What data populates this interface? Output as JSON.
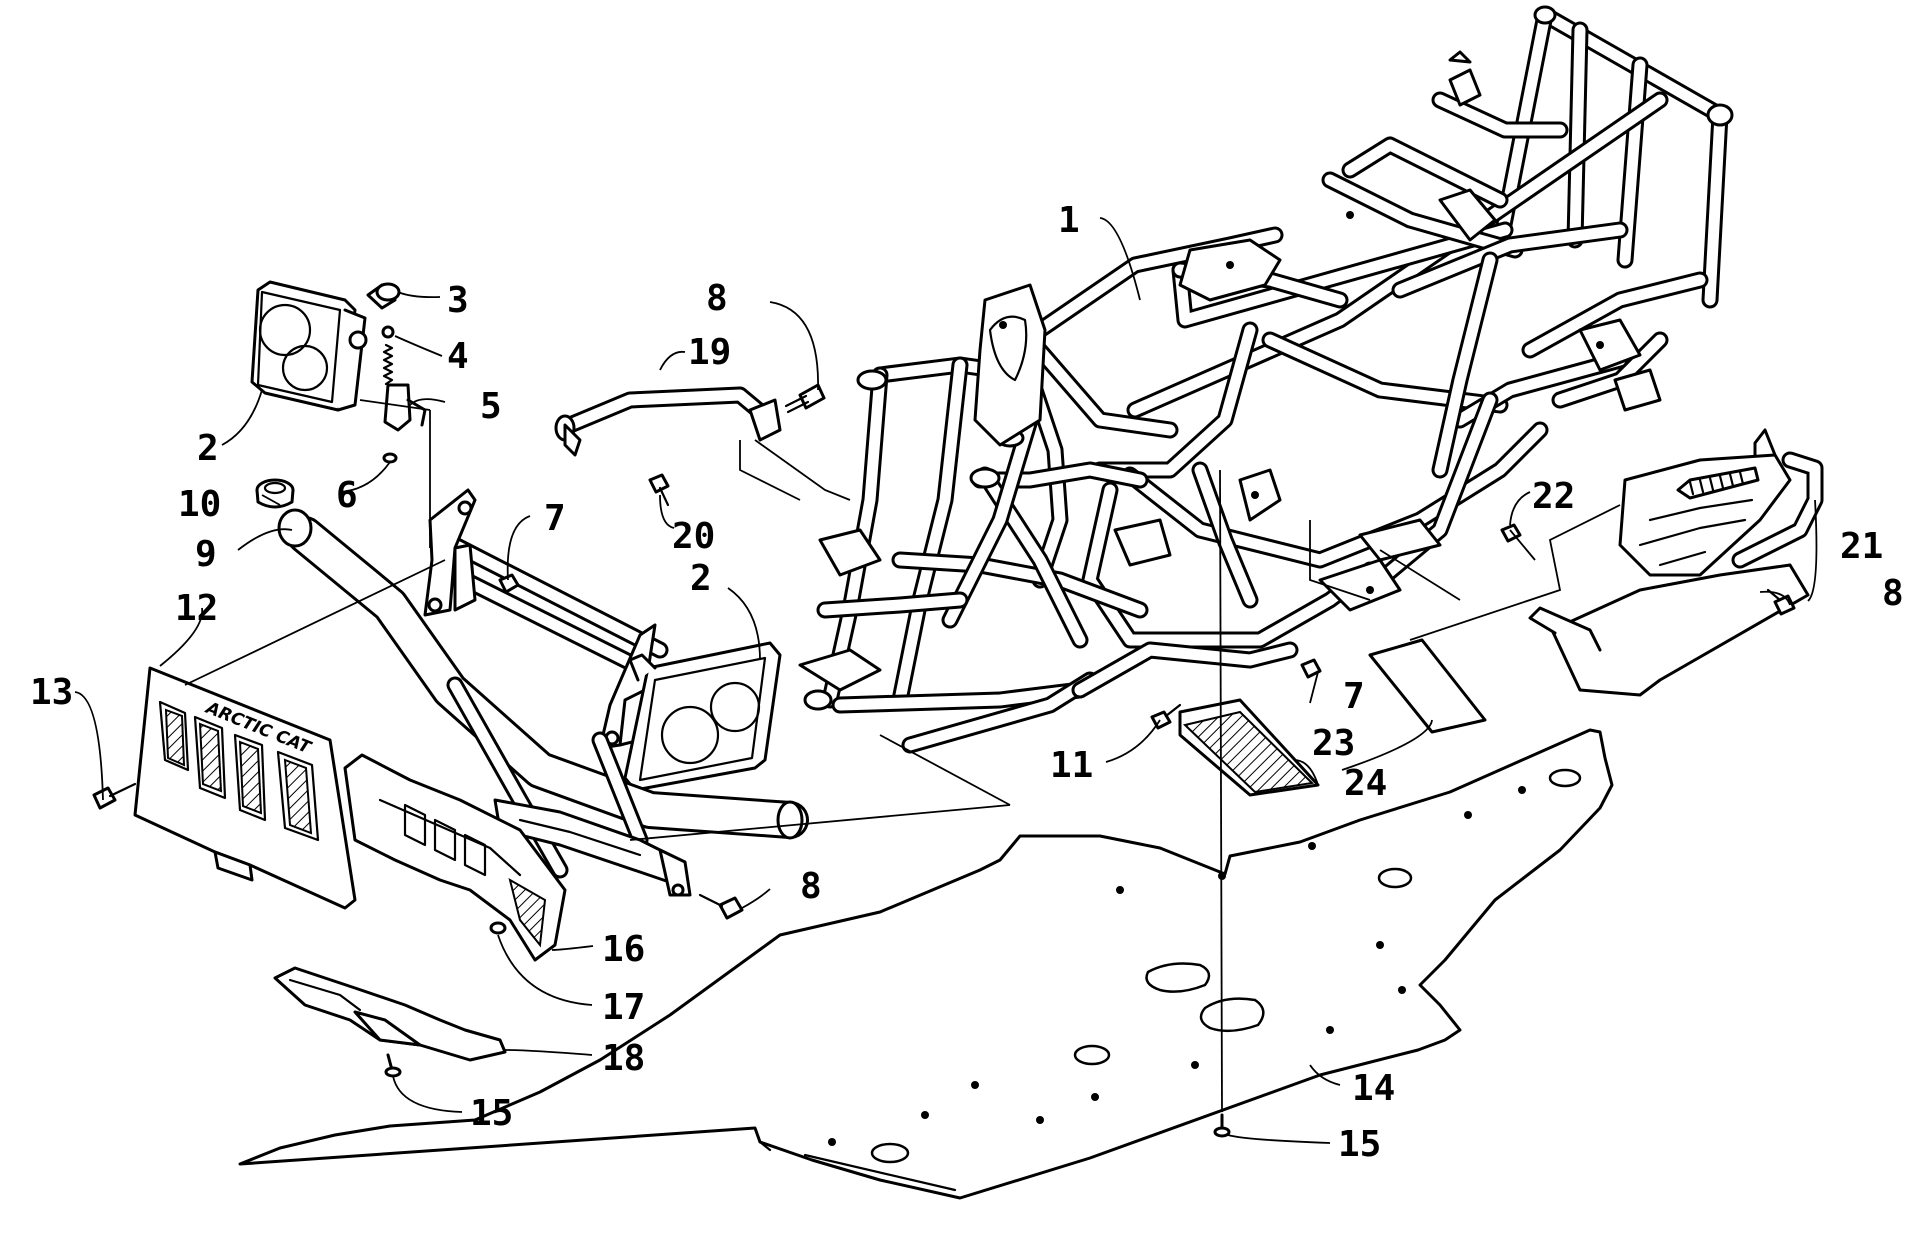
{
  "diagram": {
    "type": "exploded-parts-diagram",
    "brand_text": "ARCTIC CAT",
    "line_color": "#000000",
    "background": "#ffffff",
    "callouts": [
      {
        "id": "c1",
        "label": "1"
      },
      {
        "id": "c2a",
        "label": "2"
      },
      {
        "id": "c2b",
        "label": "2"
      },
      {
        "id": "c3",
        "label": "3"
      },
      {
        "id": "c4",
        "label": "4"
      },
      {
        "id": "c5",
        "label": "5"
      },
      {
        "id": "c6",
        "label": "6"
      },
      {
        "id": "c7a",
        "label": "7"
      },
      {
        "id": "c7b",
        "label": "7"
      },
      {
        "id": "c8a",
        "label": "8"
      },
      {
        "id": "c8b",
        "label": "8"
      },
      {
        "id": "c8c",
        "label": "8"
      },
      {
        "id": "c9",
        "label": "9"
      },
      {
        "id": "c10",
        "label": "10"
      },
      {
        "id": "c11",
        "label": "11"
      },
      {
        "id": "c12",
        "label": "12"
      },
      {
        "id": "c13",
        "label": "13"
      },
      {
        "id": "c14",
        "label": "14"
      },
      {
        "id": "c15a",
        "label": "15"
      },
      {
        "id": "c15b",
        "label": "15"
      },
      {
        "id": "c16",
        "label": "16"
      },
      {
        "id": "c17",
        "label": "17"
      },
      {
        "id": "c18",
        "label": "18"
      },
      {
        "id": "c19",
        "label": "19"
      },
      {
        "id": "c20",
        "label": "20"
      },
      {
        "id": "c21",
        "label": "21"
      },
      {
        "id": "c22",
        "label": "22"
      },
      {
        "id": "c23",
        "label": "23"
      },
      {
        "id": "c24",
        "label": "24"
      }
    ]
  }
}
